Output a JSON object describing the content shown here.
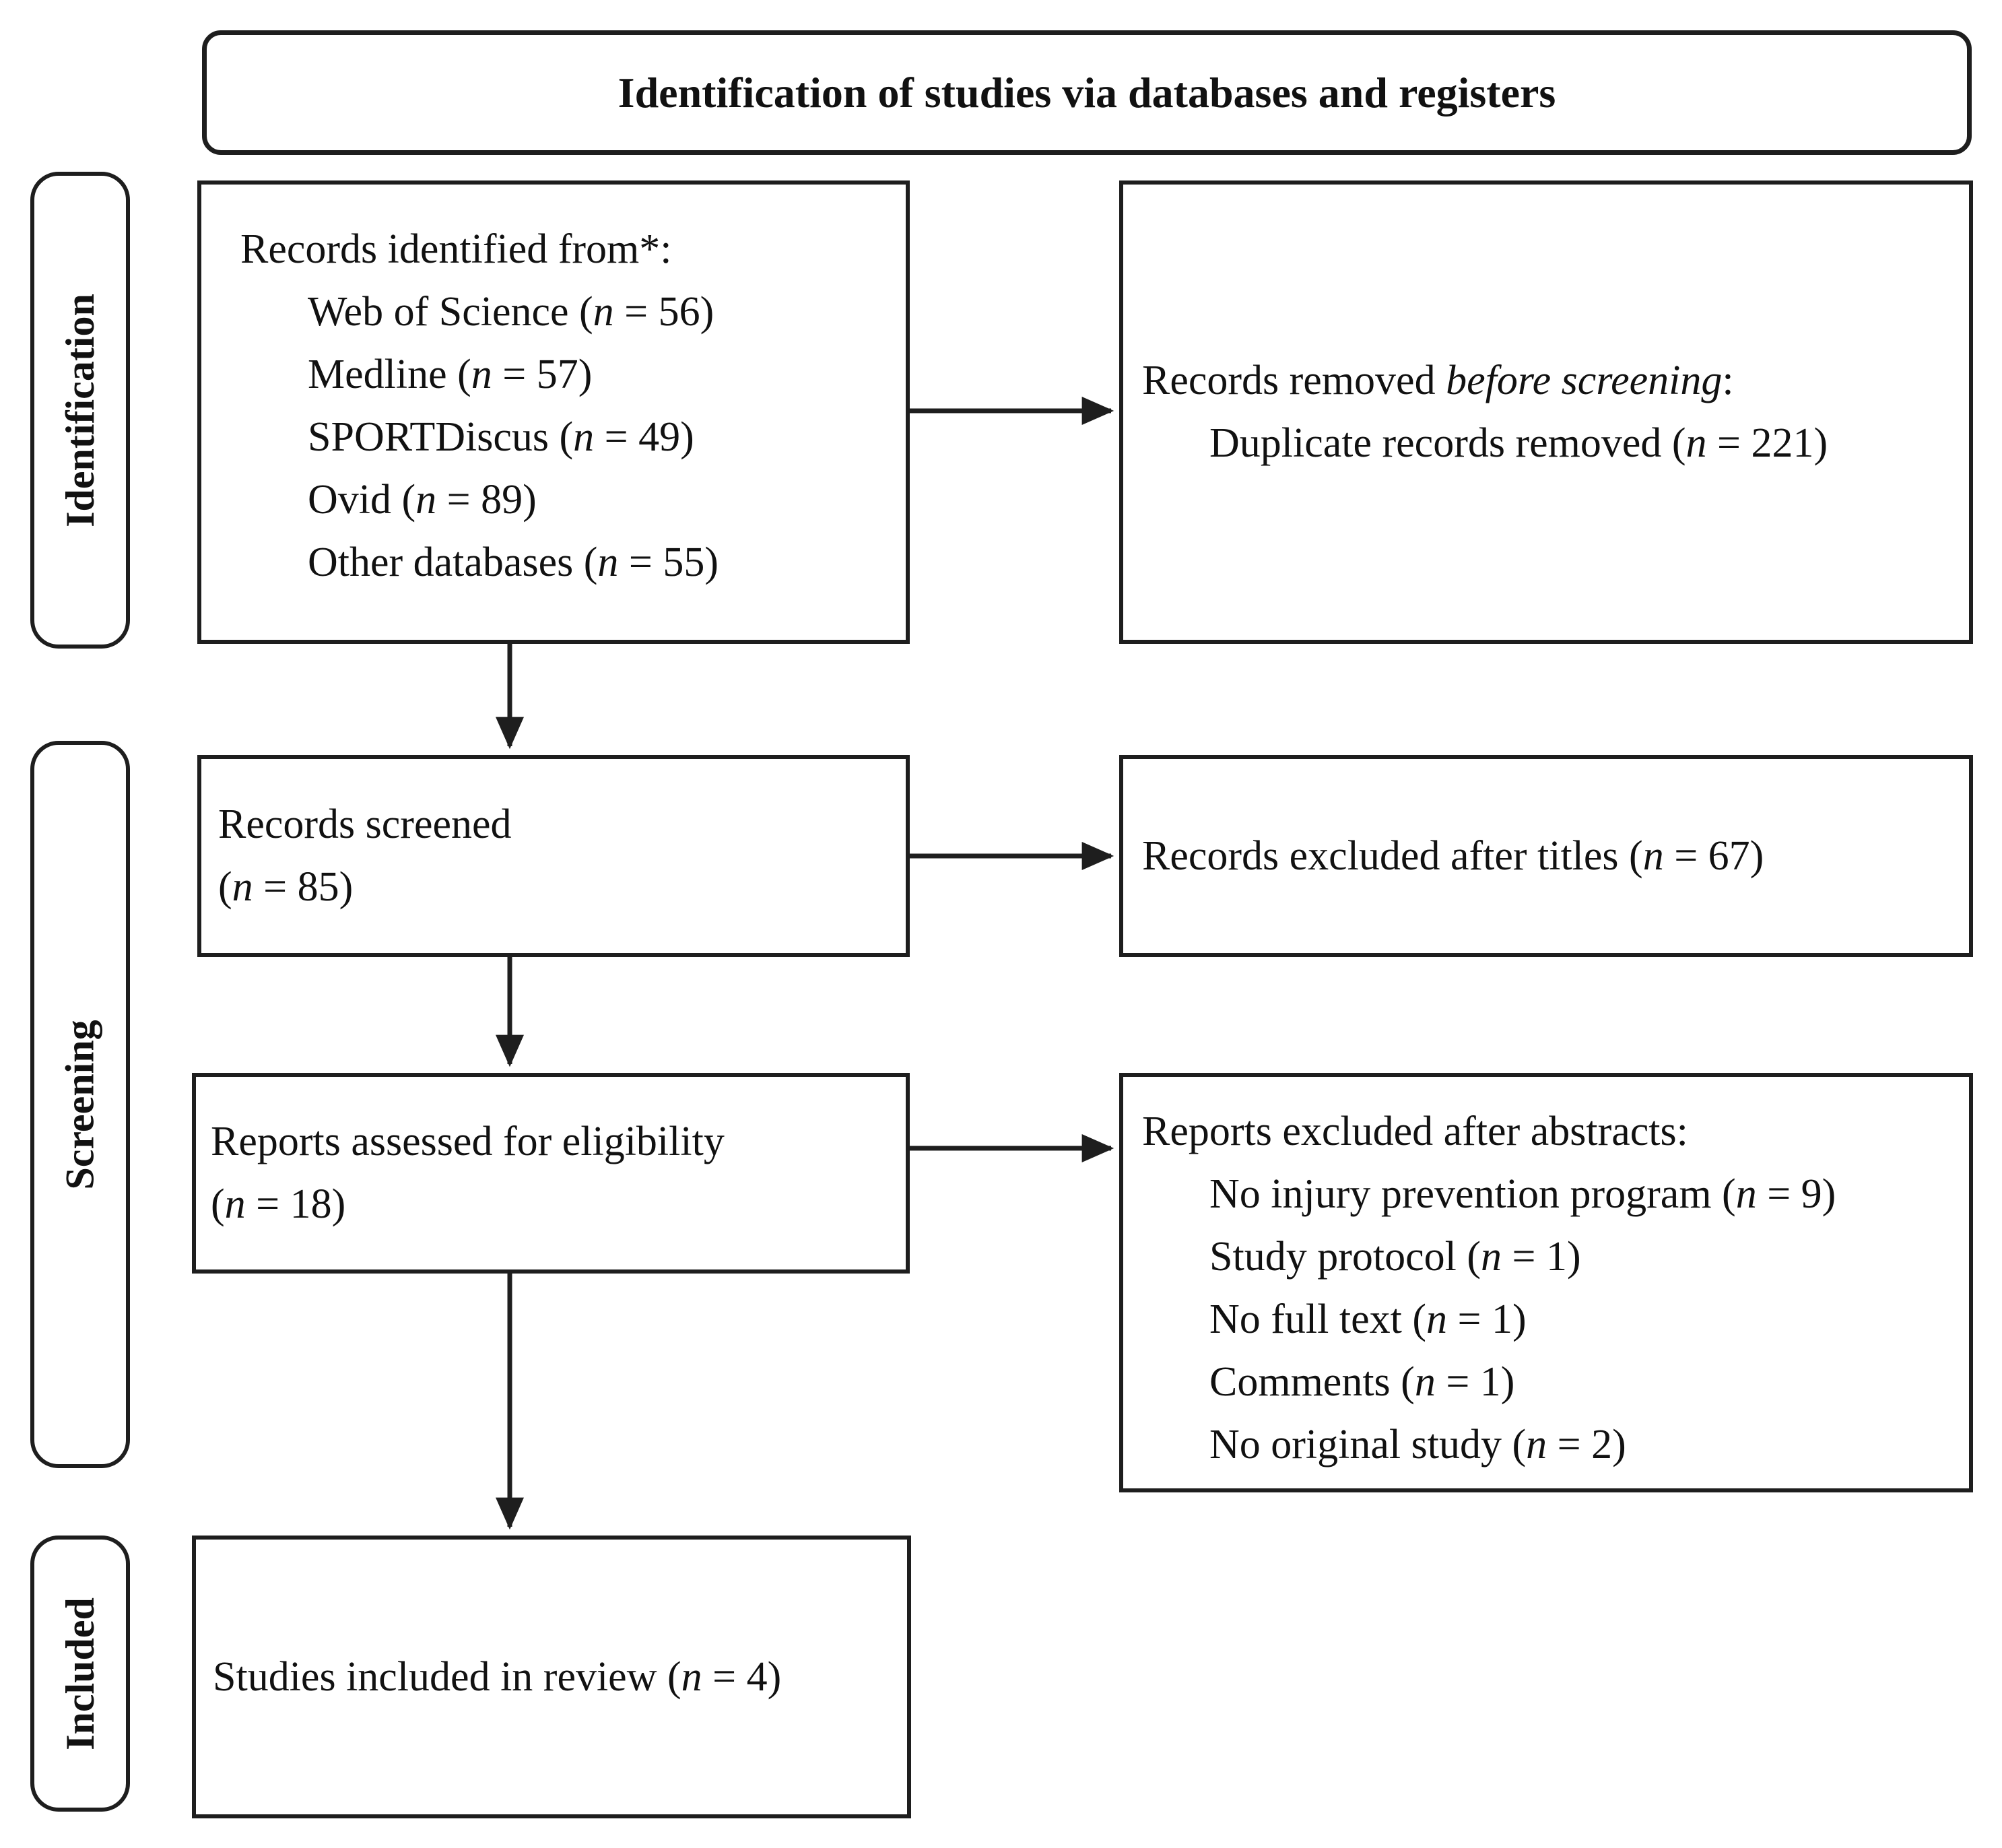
{
  "title": "Identification of studies via databases and registers",
  "stage_labels": {
    "identification": "Identification",
    "screening": "Screening",
    "included": "Included"
  },
  "boxes": {
    "records_identified": {
      "header": "Records identified from*:",
      "items": [
        "Web of Science (*n* = 56)",
        "Medline (*n* = 57)",
        "SPORTDiscus (*n* = 49)",
        "Ovid (*n* = 89)",
        "Other databases (*n* = 55)"
      ]
    },
    "records_removed": {
      "header": "Records removed *before screening*:",
      "items": [
        "Duplicate records removed (*n* = 221)"
      ]
    },
    "records_screened": {
      "lines": [
        "Records screened",
        "(*n* = 85)"
      ]
    },
    "records_excluded_titles": {
      "text": "Records excluded after titles (*n* = 67)"
    },
    "reports_assessed": {
      "lines": [
        "Reports assessed for eligibility",
        "(*n* = 18)"
      ]
    },
    "reports_excluded_abstracts": {
      "header": "Reports excluded after abstracts:",
      "items": [
        "No injury prevention program (*n* = 9)",
        "Study protocol (*n* = 1)",
        "No full text (*n* = 1)",
        "Comments (*n* = 1)",
        "No original study (*n* = 2)"
      ]
    },
    "studies_included": {
      "text": "Studies included in review (*n* = 4)"
    }
  },
  "colors": {
    "border": "#1e1e1e",
    "background": "#ffffff",
    "text": "#111111"
  }
}
